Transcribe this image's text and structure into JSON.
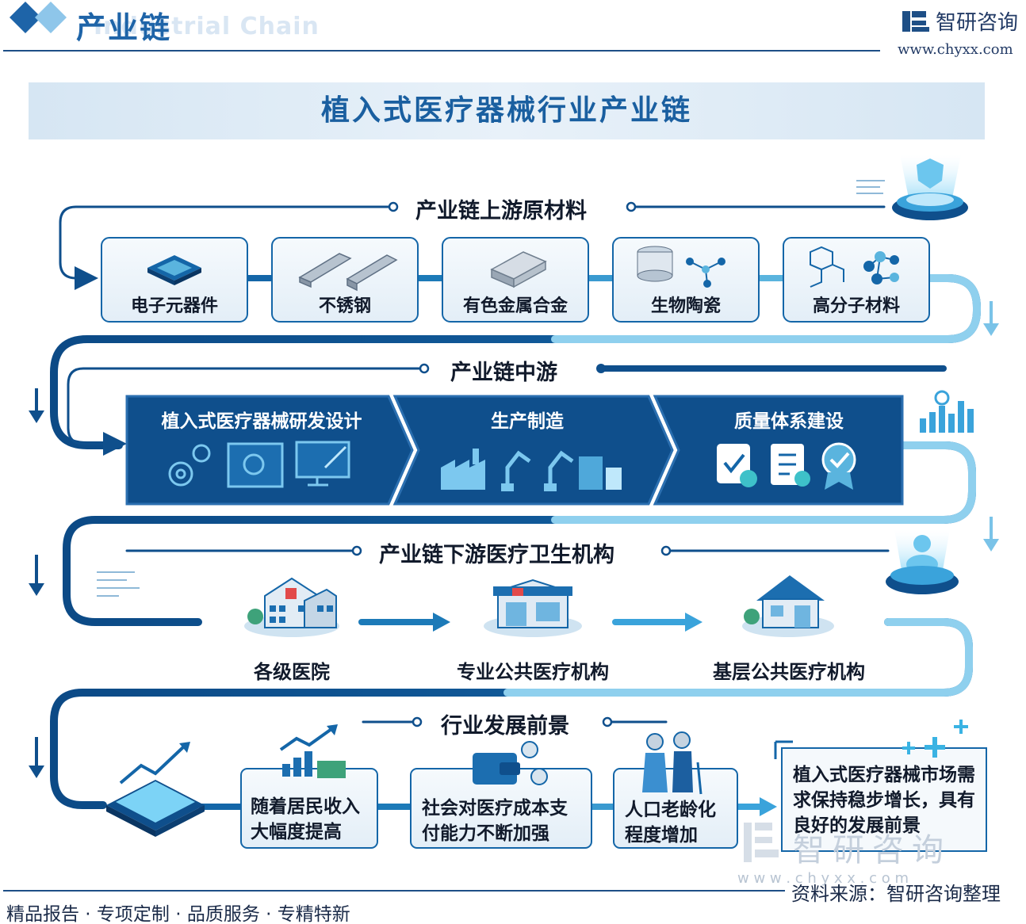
{
  "header": {
    "title": "产业链",
    "subtitle": "Industrial Chain"
  },
  "brand": {
    "name": "智研咨询",
    "url": "www.chyxx.com"
  },
  "title": "植入式医疗器械行业产业链",
  "upstream": {
    "title": "产业链上游原材料",
    "items": [
      {
        "label": "电子元器件",
        "icon": "chip-icon"
      },
      {
        "label": "不锈钢",
        "icon": "steel-beam-icon"
      },
      {
        "label": "有色金属合金",
        "icon": "metal-ingot-icon"
      },
      {
        "label": "生物陶瓷",
        "icon": "bioceramic-icon"
      },
      {
        "label": "高分子材料",
        "icon": "polymer-icon"
      }
    ]
  },
  "midstream": {
    "title": "产业链中游",
    "items": [
      {
        "label": "植入式医疗器械研发设计",
        "icon": "design-icon"
      },
      {
        "label": "生产制造",
        "icon": "factory-robot-icon"
      },
      {
        "label": "质量体系建设",
        "icon": "quality-check-icon"
      }
    ]
  },
  "downstream": {
    "title": "产业链下游医疗卫生机构",
    "items": [
      {
        "label": "各级医院",
        "icon": "hospital-icon"
      },
      {
        "label": "专业公共医疗机构",
        "icon": "clinic-icon"
      },
      {
        "label": "基层公共医疗机构",
        "icon": "community-clinic-icon"
      }
    ]
  },
  "prospects": {
    "title": "行业发展前景",
    "items": [
      {
        "label": "随着居民收入大幅度提高",
        "icon": "income-growth-icon"
      },
      {
        "label": "社会对医疗成本支付能力不断加强",
        "icon": "wallet-icon"
      },
      {
        "label": "人口老龄化程度增加",
        "icon": "elderly-icon"
      }
    ],
    "conclusion": "植入式医疗器械市场需求保持稳步增长，具有良好的发展前景"
  },
  "watermark": {
    "text": "智研咨询",
    "url": "w w w . c h y x x . c o m"
  },
  "footer": {
    "left": "精品报告 · 专项定制 · 品质服务 · 专精特新",
    "source": "资料来源：智研咨询整理"
  },
  "colors": {
    "primary": "#1a5fa0",
    "dark_blue": "#0f4f8c",
    "light_blue": "#8fd0ee",
    "panel_bg": "#e6f0f8"
  }
}
